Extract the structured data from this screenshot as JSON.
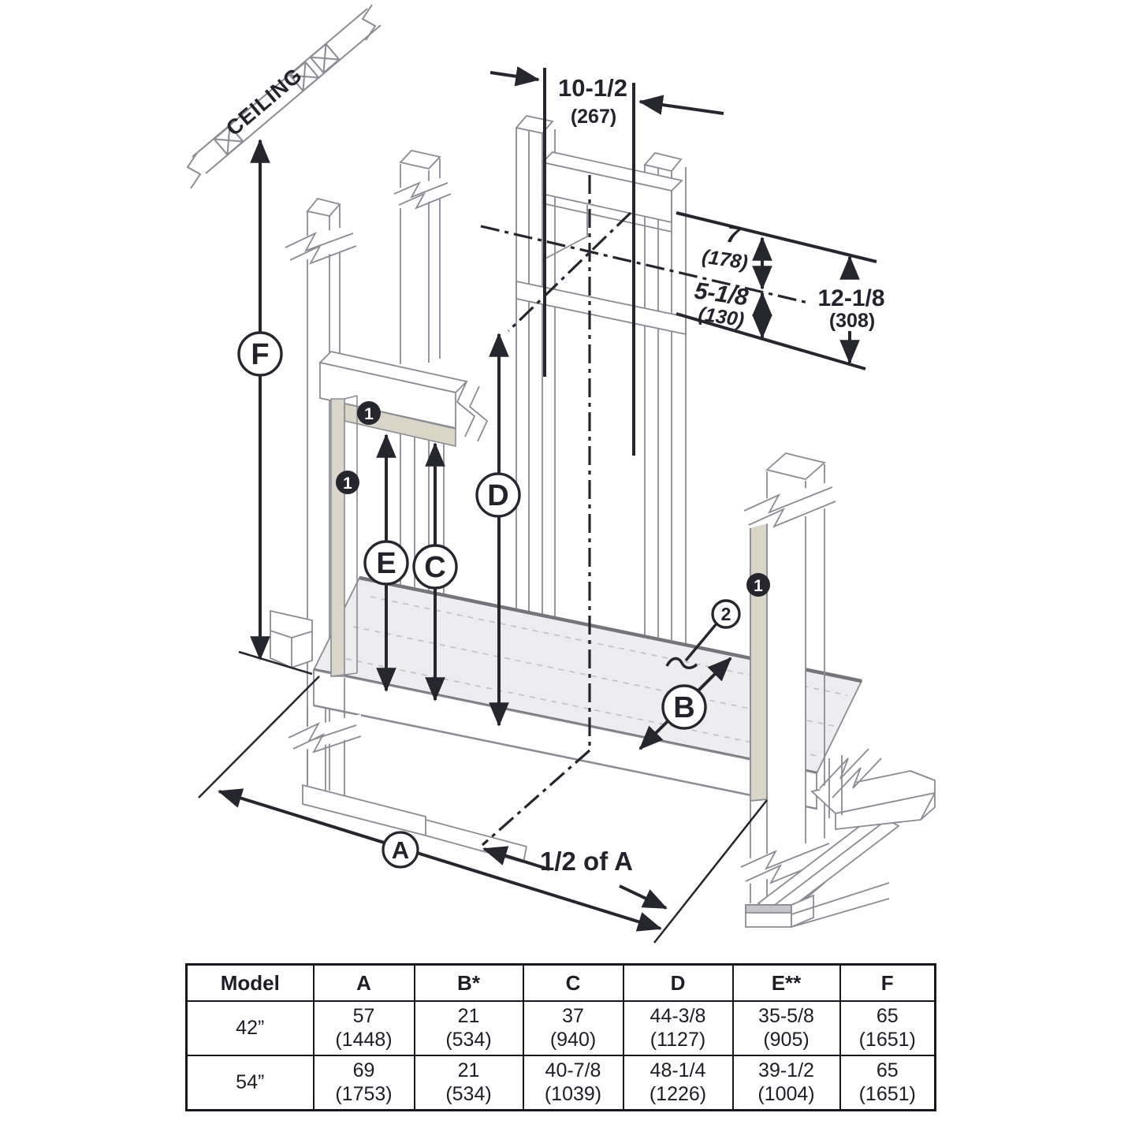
{
  "diagram": {
    "ceiling_label": "CEILING",
    "dim_top_width_in": "10-1/2",
    "dim_top_width_mm": "(267)",
    "dim_upper_in": "7",
    "dim_upper_mm": "(178)",
    "dim_lower_in": "5-1/8",
    "dim_lower_mm": "(130)",
    "dim_total_in": "12-1/8",
    "dim_total_mm": "(308)",
    "half_of_a_label": "1/2 of A",
    "letter_a": "A",
    "letter_b": "B",
    "letter_c": "C",
    "letter_d": "D",
    "letter_e": "E",
    "letter_f": "F",
    "callout_1": "1",
    "callout_2": "2"
  },
  "table": {
    "headers": [
      "Model",
      "A",
      "B*",
      "C",
      "D",
      "E**",
      "F"
    ],
    "rows": [
      {
        "model": "42”",
        "a_in": "57",
        "a_mm": "(1448)",
        "b_in": "21",
        "b_mm": "(534)",
        "c_in": "37",
        "c_mm": "(940)",
        "d_in": "44-3/8",
        "d_mm": "(1127)",
        "e_in": "35-5/8",
        "e_mm": "(905)",
        "f_in": "65",
        "f_mm": "(1651)"
      },
      {
        "model": "54”",
        "a_in": "69",
        "a_mm": "(1753)",
        "b_in": "21",
        "b_mm": "(534)",
        "c_in": "40-7/8",
        "c_mm": "(1039)",
        "d_in": "48-1/4",
        "d_mm": "(1226)",
        "e_in": "39-1/2",
        "e_mm": "(1004)",
        "f_in": "65",
        "f_mm": "(1651)"
      }
    ]
  },
  "colors": {
    "dimension_line": "#26262e",
    "structure_line": "#8b8b93",
    "lumber_tan": "#d9d6c7",
    "platform_fill": "#ededef",
    "text": "#23232c"
  }
}
